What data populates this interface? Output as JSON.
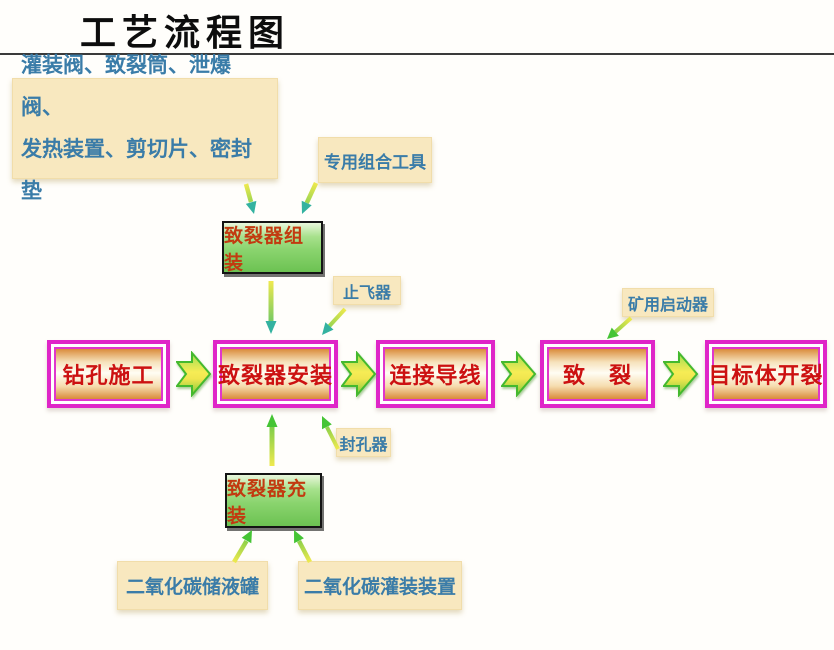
{
  "slide": {
    "title": "工艺流程图"
  },
  "diagram": {
    "type": "flowchart",
    "components_note": {
      "line1": "灌装阀、致裂筒、泄爆阀、",
      "line2": "发热装置、剪切片、密封垫"
    },
    "tool_note": "专用组合工具",
    "assembly_box": "致裂器组装",
    "filling_box": "致裂器充装",
    "flow": [
      "钻孔施工",
      "致裂器安装",
      "连接导线",
      "致　裂",
      "目标体开裂"
    ],
    "labels": {
      "anti_fly": "止飞器",
      "hole_sealer": "封孔器",
      "mine_starter": "矿用启动器",
      "co2_tank": "二氧化碳储液罐",
      "co2_filler": "二氧化碳灌装装置"
    }
  },
  "colors": {
    "flow_border": "#df25c8",
    "flow_text": "#cc1111",
    "green_box_fill": "#8ad46e",
    "green_box_text": "#c23a10",
    "note_fill": "#f8e8bf",
    "note_text": "#3a7ca8",
    "arrow_yellow": "#efe94e",
    "arrow_green": "#45c435",
    "arrow_teal": "#33b2a0"
  }
}
